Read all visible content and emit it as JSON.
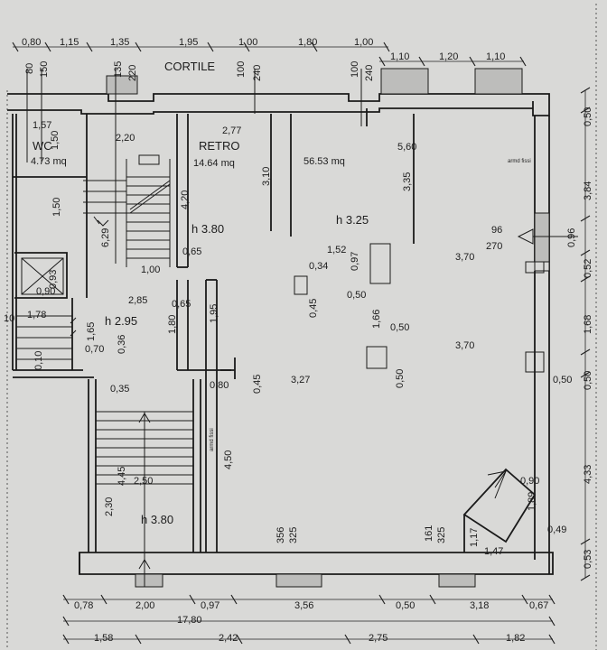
{
  "labels": {
    "cortile": "CORTILE",
    "retro": "RETRO",
    "wc": "WC",
    "retro_area": "14.64 mq",
    "main_area": "56.53 mq",
    "wc_area": "4.73 mq",
    "h_retro": "h 3.80",
    "h_main": "h 3.25",
    "h_corridor": "h 2.95",
    "h_stair": "h 3.80",
    "win_96": "96",
    "win_270": "270",
    "armd_fissi_1": "armd fissi",
    "armd_fissi_2": "armd fissi"
  },
  "dims_top": [
    "0,80",
    "1,15",
    "1,35",
    "1,95",
    "1,00",
    "1,80",
    "1,00"
  ],
  "dims_top2": [
    "1,10",
    "1,20",
    "1,10"
  ],
  "openings_top": [
    "80",
    "150",
    "135",
    "220",
    "100",
    "240",
    "100",
    "240"
  ],
  "dims_right": [
    "0,50",
    "3,84",
    "0,96",
    "0,52",
    "1,68",
    "0,50",
    "4,33",
    "0,53"
  ],
  "dims_bottom1": [
    "0,78",
    "2,00",
    "0,97",
    "3,56",
    "0,50",
    "3,18",
    "0,67"
  ],
  "dims_total": "17,80",
  "dims_bottom2": [
    "1,58",
    "2,42",
    "2,75",
    "1,82"
  ],
  "dims_interior": {
    "d157": "1,57",
    "d150a": "1,50",
    "d220": "2,20",
    "d277": "2,77",
    "d560": "5,60",
    "d310": "3,10",
    "d335": "3,35",
    "d420": "4,20",
    "d629": "6,29",
    "d150b": "1,50",
    "d065a": "0,65",
    "d100": "1,00",
    "d152": "1,52",
    "d097": "0,97",
    "d034": "0,34",
    "d045a": "0,45",
    "d050a": "0,50",
    "d370a": "3,70",
    "d093": "0,93",
    "d090a": "0,90",
    "d285": "2,85",
    "d065b": "0,65",
    "d178": "1,78",
    "d165": "1,65",
    "d180": "1,80",
    "d195": "1,95",
    "d166": "1,66",
    "d050b": "0,50",
    "d370b": "3,70",
    "d070": "0,70",
    "d036": "0,36",
    "d010": "0,10",
    "d035": "0,35",
    "d080": "0,80",
    "d045b": "0,45",
    "d327": "3,27",
    "d050c": "0,50",
    "d050d": "0,50",
    "d445": "4,45",
    "d450": "4,50",
    "d250": "2,50",
    "d230": "2,30",
    "d356": "356",
    "d325a": "325",
    "d161": "161",
    "d325b": "325",
    "d090b": "0,90",
    "d189": "1,89",
    "d049": "0,49",
    "d117": "1,17",
    "d147": "1,47",
    "d10": "10"
  }
}
